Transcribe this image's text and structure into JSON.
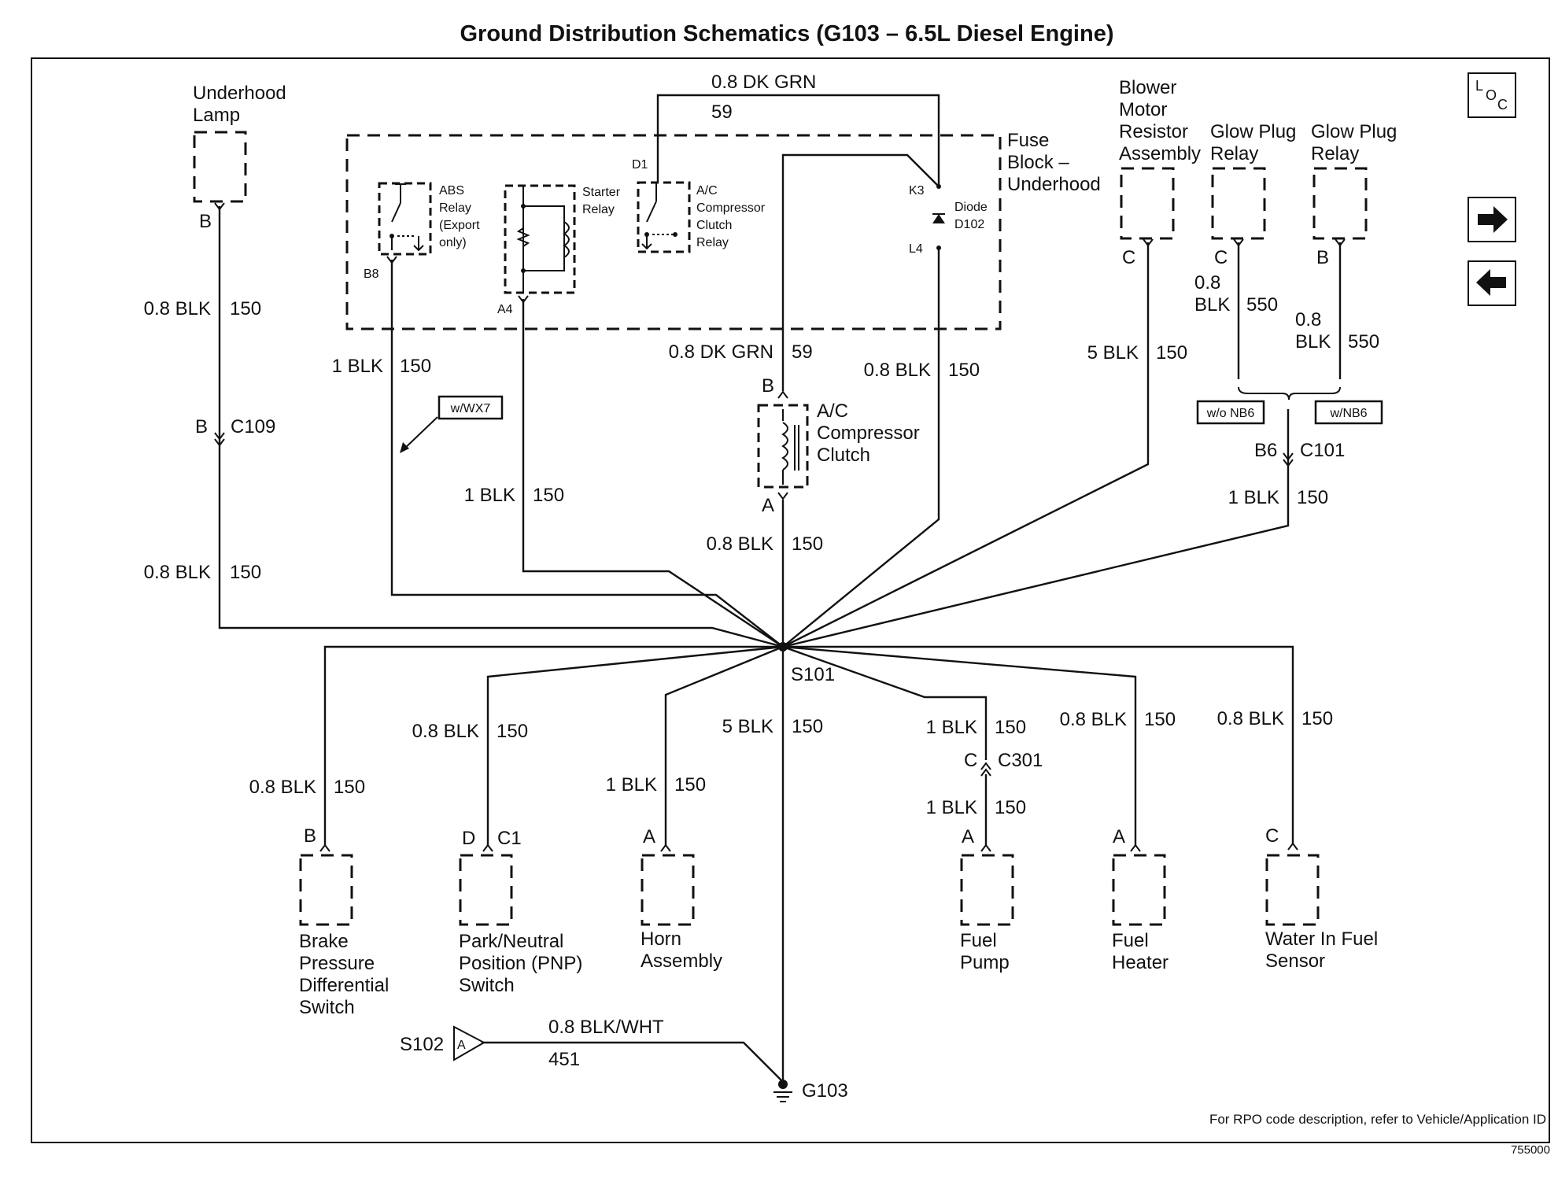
{
  "title": "Ground Distribution Schematics (G103 – 6.5L Diesel Engine)",
  "footer_note": "For RPO code description, refer to Vehicle/Application ID",
  "figure_id": "755000",
  "nav": {
    "loc": [
      "L",
      "O",
      "C"
    ],
    "next_icon": "right-arrow-icon",
    "prev_icon": "left-arrow-icon"
  },
  "components": {
    "underhood_lamp": [
      "Underhood",
      "Lamp"
    ],
    "fuse_block": [
      "Fuse",
      "Block –",
      "Underhood"
    ],
    "abs_relay": [
      "ABS",
      "Relay",
      "(Export",
      "only)"
    ],
    "starter_relay": [
      "Starter",
      "Relay"
    ],
    "ac_relay": [
      "A/C",
      "Compressor",
      "Clutch",
      "Relay"
    ],
    "diode": [
      "Diode",
      "D102"
    ],
    "blower": [
      "Blower",
      "Motor",
      "Resistor",
      "Assembly"
    ],
    "glow_relay_1": [
      "Glow Plug",
      "Relay"
    ],
    "glow_relay_2": [
      "Glow Plug",
      "Relay"
    ],
    "ac_clutch": [
      "A/C",
      "Compressor",
      "Clutch"
    ],
    "brake_switch": [
      "Brake",
      "Pressure",
      "Differential",
      "Switch"
    ],
    "pnp_switch": [
      "Park/Neutral",
      "Position (PNP)",
      "Switch"
    ],
    "horn": [
      "Horn",
      "Assembly"
    ],
    "fuel_pump": [
      "Fuel",
      "Pump"
    ],
    "fuel_heater": [
      "Fuel",
      "Heater"
    ],
    "water_sensor": [
      "Water In Fuel",
      "Sensor"
    ]
  },
  "options": {
    "wx7": "w/WX7",
    "wo_nb6": "w/o NB6",
    "w_nb6": "w/NB6"
  },
  "splices": {
    "s101": "S101",
    "s102": "S102",
    "s102_pin": "A",
    "g103": "G103"
  },
  "connectors": {
    "c109": "C109",
    "c101": "C101",
    "c301": "C301",
    "c1": "C1"
  },
  "pins": {
    "lamp_b": "B",
    "c109_b": "B",
    "abs_b8": "B8",
    "starter_a4": "A4",
    "ac_relay_d1": "D1",
    "fuse_k3": "K3",
    "fuse_l4": "L4",
    "clutch_b": "B",
    "clutch_a": "A",
    "blower_c": "C",
    "glow1_c": "C",
    "glow2_b": "B",
    "c101_b6": "B6",
    "brake_b": "B",
    "pnp_d": "D",
    "horn_a": "A",
    "c301_c": "C",
    "pump_a": "A",
    "heater_a": "A",
    "sensor_c": "C"
  },
  "wires": {
    "lamp_upper": {
      "size": "0.8 BLK",
      "circuit": "150"
    },
    "lamp_lower": {
      "size": "0.8 BLK",
      "circuit": "150"
    },
    "abs": {
      "size": "1 BLK",
      "circuit": "150"
    },
    "starter": {
      "size": "1 BLK",
      "circuit": "150"
    },
    "top_grn": {
      "size": "0.8 DK GRN",
      "circuit": "59"
    },
    "fuse_grn": {
      "size": "0.8 DK GRN",
      "circuit": "59"
    },
    "diode": {
      "size": "0.8 BLK",
      "circuit": "150"
    },
    "clutch_gnd": {
      "size": "0.8 BLK",
      "circuit": "150"
    },
    "blower": {
      "size": "5 BLK",
      "circuit": "150"
    },
    "glow1": {
      "size": [
        "0.8",
        "BLK"
      ],
      "circuit": "550"
    },
    "glow2": {
      "size": [
        "0.8",
        "BLK"
      ],
      "circuit": "550"
    },
    "c101_out": {
      "size": "1 BLK",
      "circuit": "150"
    },
    "brake": {
      "size": "0.8 BLK",
      "circuit": "150"
    },
    "pnp": {
      "size": "0.8 BLK",
      "circuit": "150"
    },
    "horn": {
      "size": "1 BLK",
      "circuit": "150"
    },
    "main": {
      "size": "5 BLK",
      "circuit": "150"
    },
    "pump_upper": {
      "size": "1 BLK",
      "circuit": "150"
    },
    "pump_lower": {
      "size": "1 BLK",
      "circuit": "150"
    },
    "heater": {
      "size": "0.8 BLK",
      "circuit": "150"
    },
    "sensor": {
      "size": "0.8 BLK",
      "circuit": "150"
    },
    "s102": {
      "size": "0.8 BLK/WHT",
      "circuit": "451"
    }
  }
}
